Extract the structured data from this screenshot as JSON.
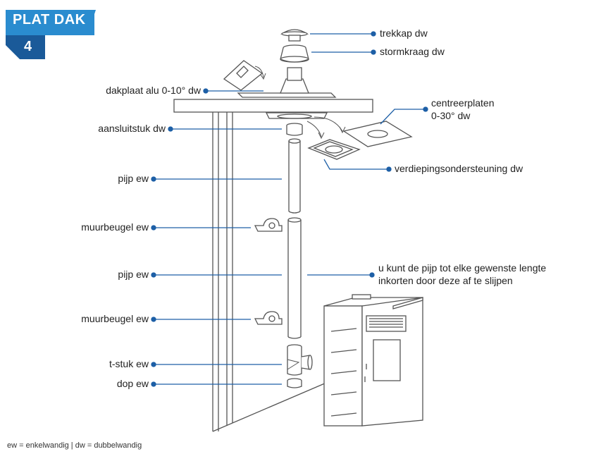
{
  "badge": {
    "title": "PLAT DAK",
    "number": "4"
  },
  "labels": {
    "trekkap": "trekkap dw",
    "stormkraag": "stormkraag dw",
    "dakplaat": "dakplaat alu 0-10° dw",
    "centreerplaten_1": "centreerplaten",
    "centreerplaten_2": "0-30° dw",
    "aansluitstuk": "aansluitstuk dw",
    "verdieping": "verdiepingsondersteuning dw",
    "pijp_1": "pijp ew",
    "muurbeugel_1": "muurbeugel ew",
    "pijp_2": "pijp ew",
    "inkorten_1": "u kunt de pijp tot elke gewenste lengte",
    "inkorten_2": "inkorten door deze af te slijpen",
    "muurbeugel_2": "muurbeugel ew",
    "tstuk": "t-stuk ew",
    "dop": "dop ew"
  },
  "footer": "ew =  enkelwandig  |  dw = dubbelwandig",
  "colors": {
    "accent": "#2a8ccf",
    "accent_dark": "#1a5a99",
    "leader": "#1d5fa6",
    "line": "#555555"
  }
}
